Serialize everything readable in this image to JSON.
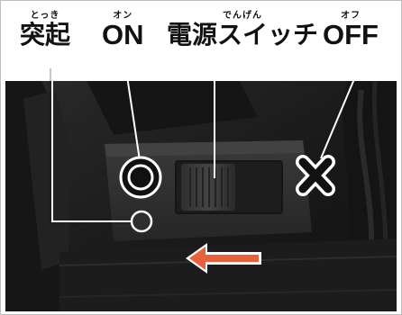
{
  "labels": {
    "protrusion": {
      "ruby": "とっき",
      "text": "突起"
    },
    "on": {
      "ruby": "オン",
      "text": "ON"
    },
    "power_switch": {
      "ruby": "でんげん",
      "text": "電源スイッチ"
    },
    "off": {
      "ruby": "オフ",
      "text": "OFF"
    }
  },
  "colors": {
    "arrow": "#e8603c",
    "symbol_fill": "#111111",
    "symbol_outline": "#ffffff",
    "leader_line": "#ffffff"
  },
  "icons": {
    "on_symbol": "double-circle-icon",
    "off_symbol": "x-mark-icon",
    "direction": "left-arrow-icon",
    "protrusion_marker": "dot-icon"
  }
}
